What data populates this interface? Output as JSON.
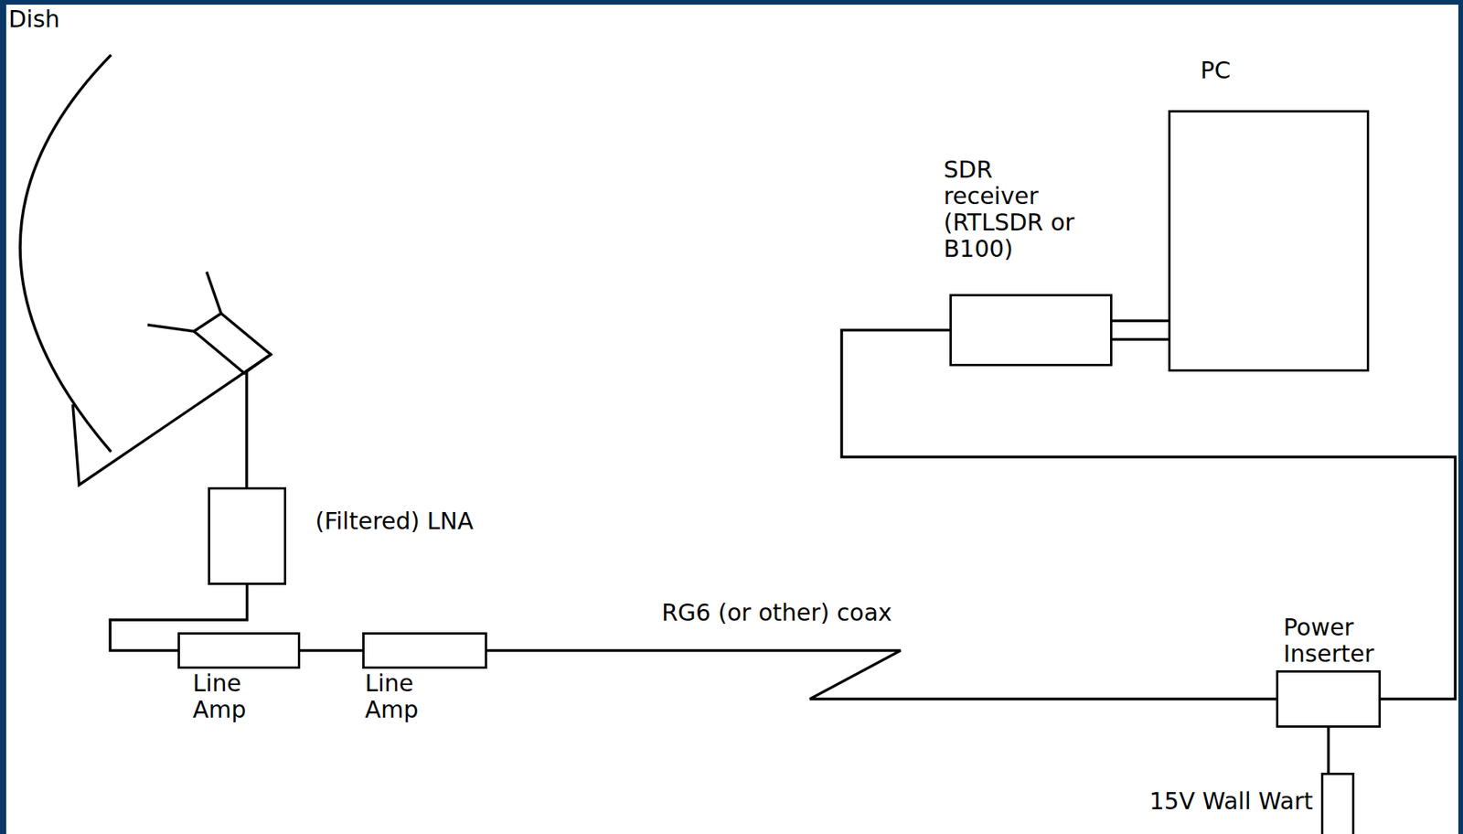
{
  "diagram": {
    "nodes": [
      {
        "text": [
          "PC"
        ]
      },
      {
        "text": [
          "SDR receiver (RTLSDR or B100)"
        ]
      },
      {
        "text": [
          "(Filtered) LNA"
        ]
      },
      {
        "text": [
          "Line Amp"
        ]
      },
      {
        "text": [
          "Line Amp"
        ]
      },
      {
        "text": [
          "Power Inserter"
        ]
      },
      {
        "text": [
          "15V Wall Wart"
        ]
      }
    ],
    "edges": [
      {
        "from": 2,
        "to": 3,
        "arrow": "none"
      },
      {
        "from": 3,
        "to": 4,
        "arrow": "none"
      },
      {
        "from": 4,
        "to": 5,
        "label": "RG6 (or other) coax",
        "arrow": "none"
      },
      {
        "from": 5,
        "to": 6,
        "arrow": "none"
      },
      {
        "from": 5,
        "to": 1,
        "arrow": "none"
      },
      {
        "from": 1,
        "to": 0,
        "arrow": "none"
      }
    ],
    "labels": [
      "Dish"
    ]
  }
}
